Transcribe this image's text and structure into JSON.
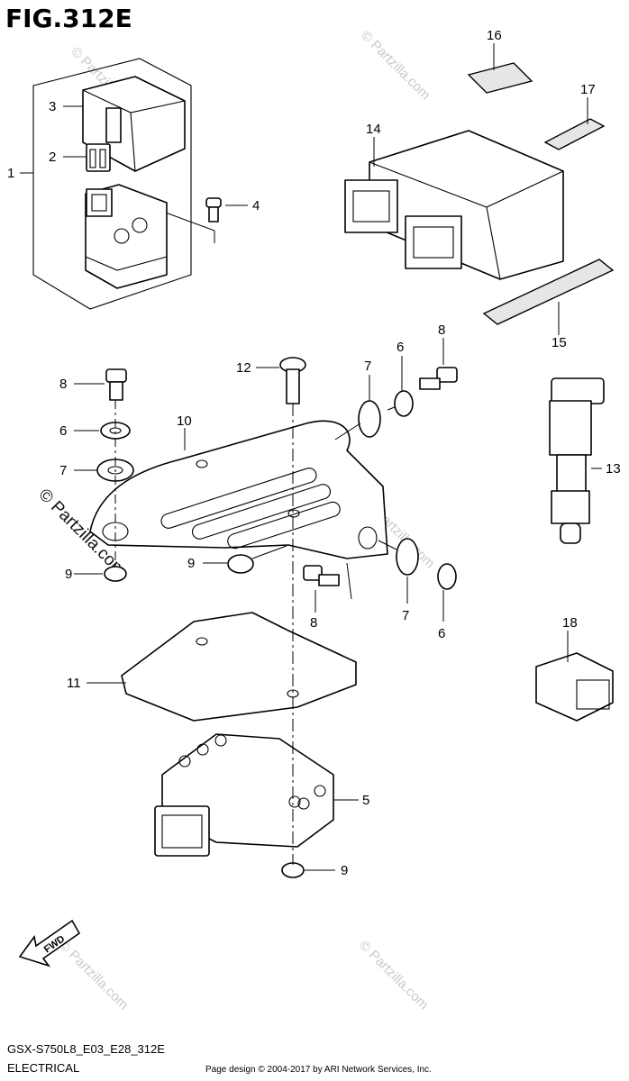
{
  "figure": {
    "title": "FIG.312E",
    "model_code": "GSX-S750L8_E03_E28_312E",
    "section": "ELECTRICAL",
    "page_credit": "Page design © 2004-2017 by ARI Network Services, Inc.",
    "direction_label": "FWD"
  },
  "watermark": {
    "text": "© Partzilla.com"
  },
  "callouts": [
    "1",
    "2",
    "3",
    "4",
    "5",
    "6",
    "6",
    "6",
    "7",
    "7",
    "7",
    "8",
    "8",
    "8",
    "9",
    "9",
    "9",
    "10",
    "11",
    "12",
    "13",
    "14",
    "15",
    "16",
    "17",
    "18"
  ],
  "icons": {
    "direction_arrow": "fwd-arrow-icon"
  }
}
